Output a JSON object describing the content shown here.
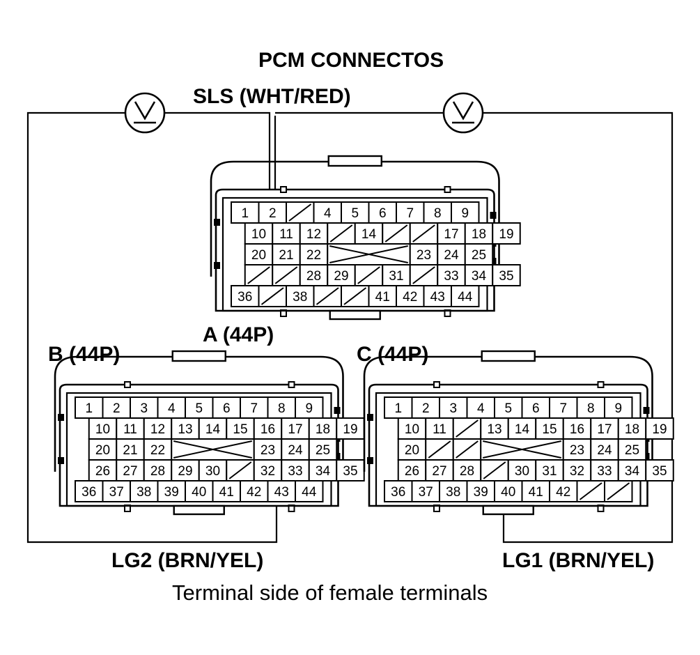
{
  "title": "PCM CONNECTOS",
  "sls_label": "SLS (WHT/RED)",
  "lg2_label": "LG2 (BRN/YEL)",
  "lg1_label": "LG1 (BRN/YEL)",
  "caption": "Terminal side of female terminals",
  "meter_icon": "voltmeter-icon",
  "connectors": [
    {
      "id": "A",
      "label": "A (44P)",
      "rows": [
        [
          "1",
          "2",
          "/",
          "4",
          "5",
          "6",
          "7",
          "8",
          "9"
        ],
        [
          "10",
          "11",
          "12",
          "/",
          "14",
          "/",
          "/",
          "17",
          "18",
          "19"
        ],
        [
          "20",
          "21",
          "22",
          "X",
          "23",
          "24",
          "25"
        ],
        [
          "/",
          "/",
          "28",
          "29",
          "/",
          "31",
          "/",
          "33",
          "34",
          "35"
        ],
        [
          "36",
          "/",
          "38",
          "/",
          "/",
          "41",
          "42",
          "43",
          "44"
        ]
      ]
    },
    {
      "id": "B",
      "label": "B (44P)",
      "rows": [
        [
          "1",
          "2",
          "3",
          "4",
          "5",
          "6",
          "7",
          "8",
          "9"
        ],
        [
          "10",
          "11",
          "12",
          "13",
          "14",
          "15",
          "16",
          "17",
          "18",
          "19"
        ],
        [
          "20",
          "21",
          "22",
          "X",
          "23",
          "24",
          "25"
        ],
        [
          "26",
          "27",
          "28",
          "29",
          "30",
          "/",
          "32",
          "33",
          "34",
          "35"
        ],
        [
          "36",
          "37",
          "38",
          "39",
          "40",
          "41",
          "42",
          "43",
          "44"
        ]
      ]
    },
    {
      "id": "C",
      "label": "C (44P)",
      "rows": [
        [
          "1",
          "2",
          "3",
          "4",
          "5",
          "6",
          "7",
          "8",
          "9"
        ],
        [
          "10",
          "11",
          "/",
          "13",
          "14",
          "15",
          "16",
          "17",
          "18",
          "19"
        ],
        [
          "20",
          "/",
          "/",
          "X",
          "23",
          "24",
          "25"
        ],
        [
          "26",
          "27",
          "28",
          "/",
          "30",
          "31",
          "32",
          "33",
          "34",
          "35"
        ],
        [
          "36",
          "37",
          "38",
          "39",
          "40",
          "41",
          "42",
          "/",
          "/"
        ]
      ]
    }
  ]
}
